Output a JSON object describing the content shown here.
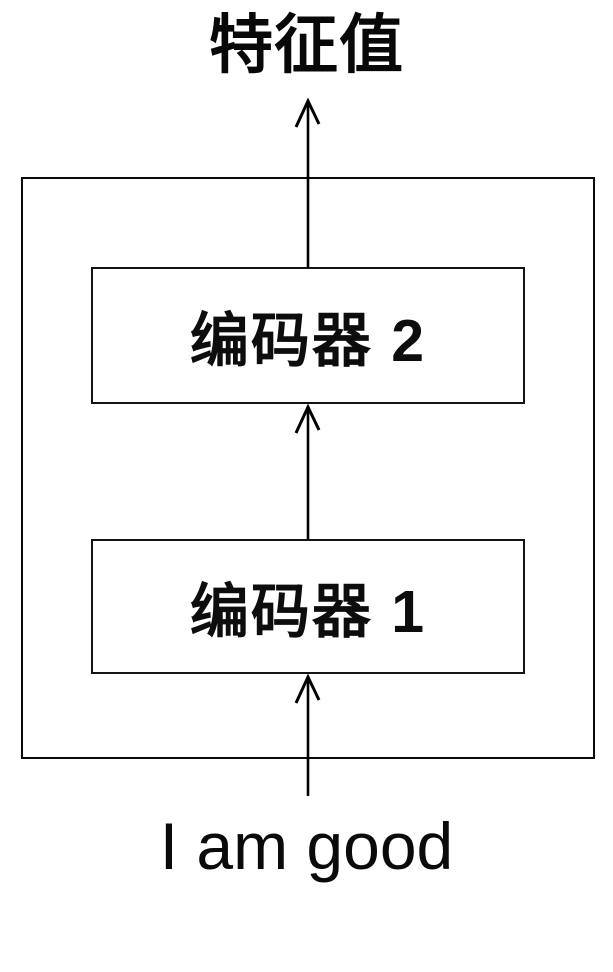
{
  "diagram": {
    "output_label": "特征值",
    "boxes": [
      {
        "label": "编码器 2"
      },
      {
        "label": "编码器 1"
      }
    ],
    "input_label": "I am good",
    "colors": {
      "line": "#000000",
      "text": "#000000",
      "background": "#ffffff"
    }
  }
}
